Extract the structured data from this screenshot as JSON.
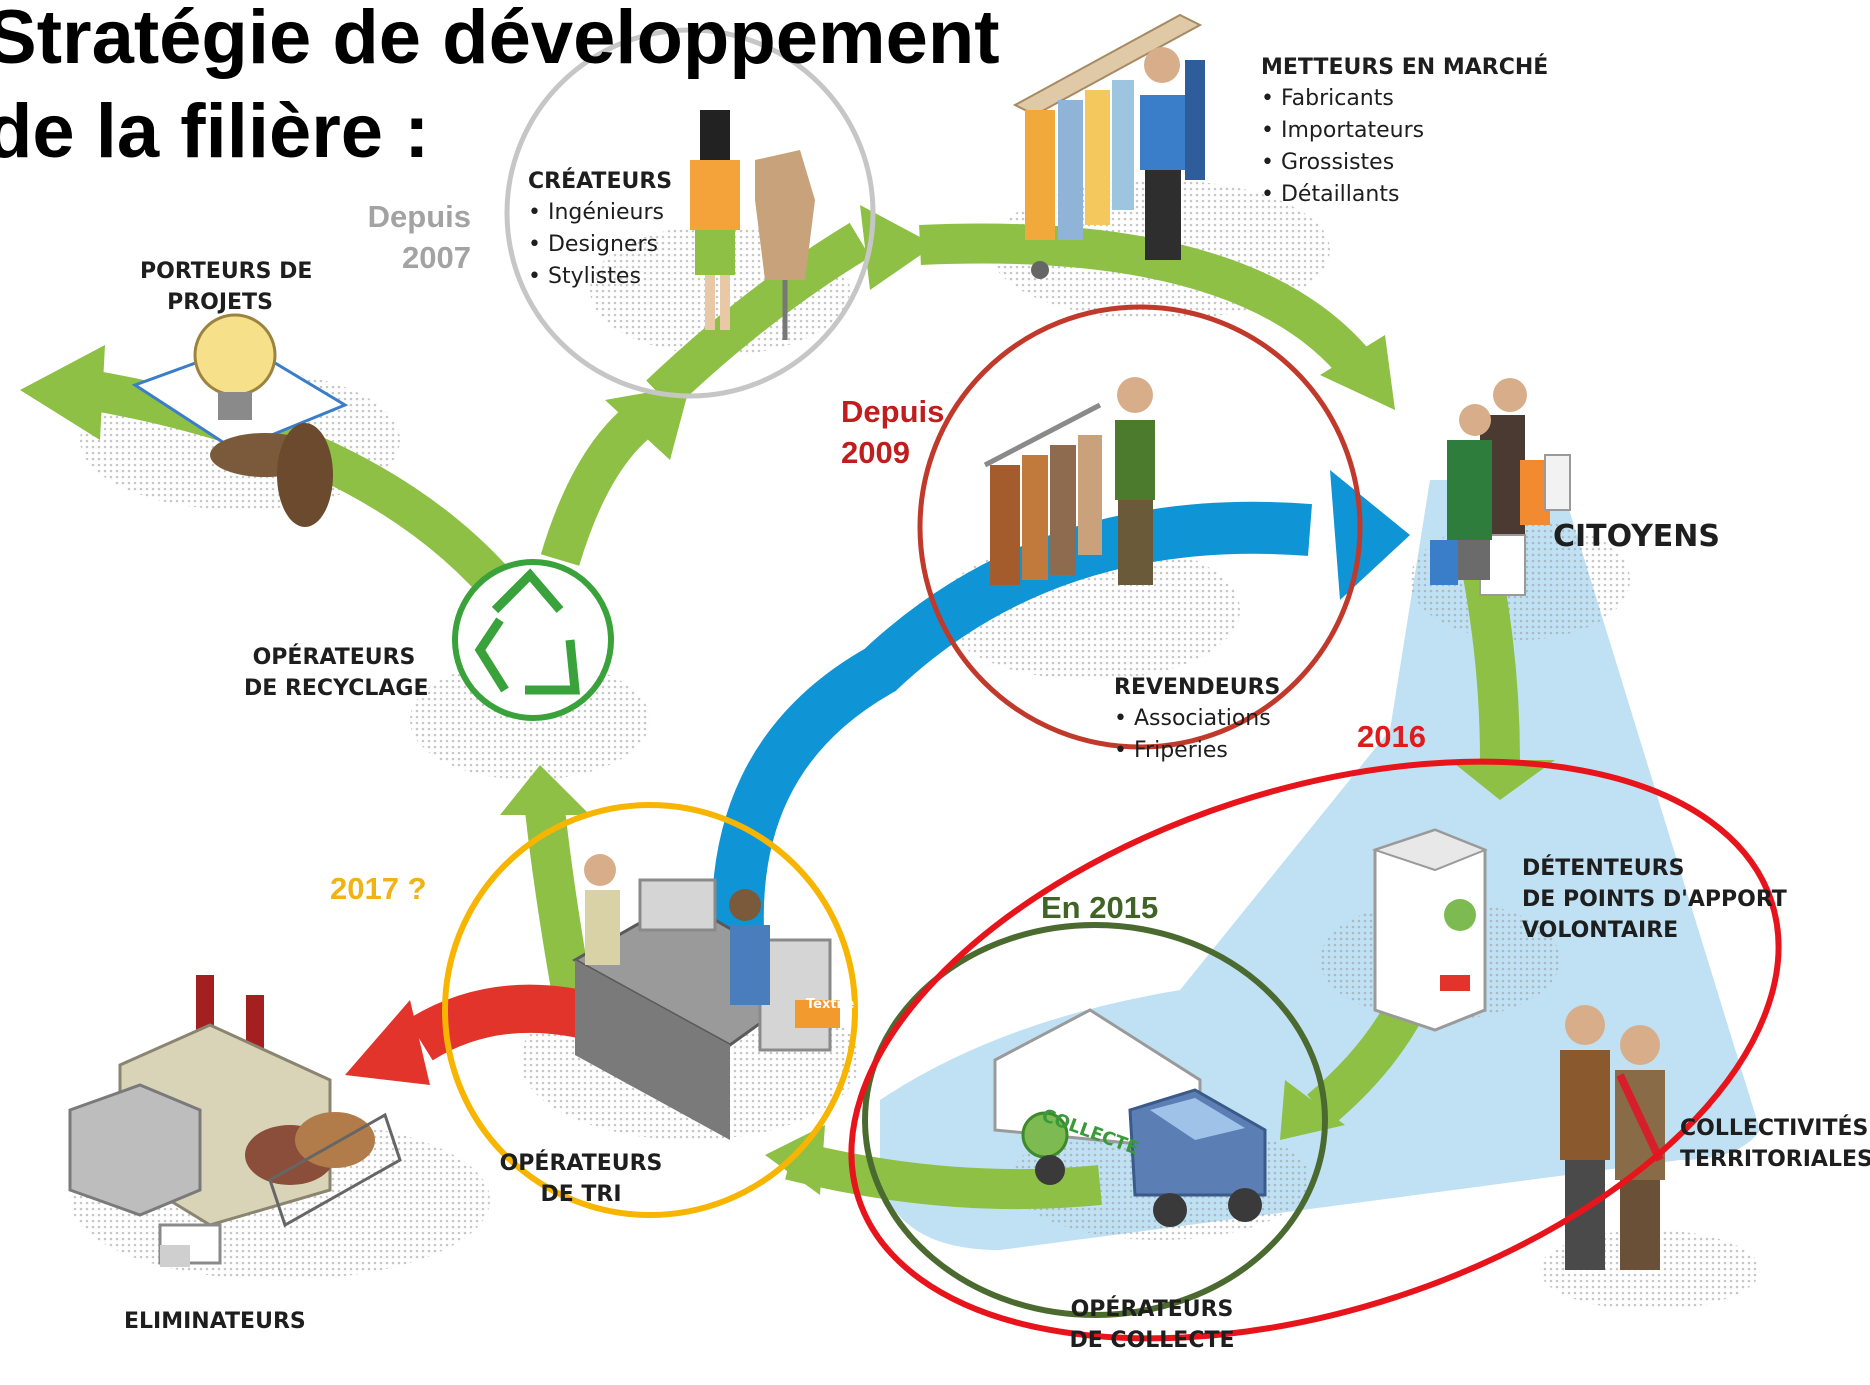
{
  "title": {
    "line1": "Stratégie de développement",
    "line2": "de la filière :"
  },
  "colors": {
    "flow_green": "#8dc044",
    "flow_blue": "#0f94d6",
    "flow_red": "#e2342b",
    "water": "#bfe1f3",
    "circle_gray": "#c6c6c6",
    "circle_red": "#c0392b",
    "circle_orange": "#f7b500",
    "circle_olive": "#4b6a2f",
    "ellipse_red": "#e8141b",
    "year_gray": "#a3a3a3",
    "year_red": "#c01d1d",
    "year_orange": "#f0b315",
    "year_olive": "#3f6426"
  },
  "actors": {
    "porteurs": {
      "line1": "PORTEURS DE",
      "line2": "PROJETS",
      "icon": "lightbulb-icon"
    },
    "createurs": {
      "heading": "CRÉATEURS",
      "items": [
        "Ingénieurs",
        "Designers",
        "Stylistes"
      ],
      "icon": "mannequin-icon"
    },
    "metteurs": {
      "heading": "METTEURS EN MARCHÉ",
      "items": [
        "Fabricants",
        "Importateurs",
        "Grossistes",
        "Détaillants"
      ],
      "icon": "clothing-rack-icon"
    },
    "citoyens": {
      "label": "CITOYENS",
      "icon": "shoppers-icon"
    },
    "revendeurs": {
      "heading": "REVENDEURS",
      "items": [
        "Associations",
        "Friperies"
      ],
      "icon": "second-hand-rack-icon"
    },
    "recyclage": {
      "line1": "OPÉRATEURS",
      "line2": "DE RECYCLAGE",
      "icon": "recycle-icon"
    },
    "detenteurs": {
      "line1": "DÉTENTEURS",
      "line2": "DE POINTS D'APPORT",
      "line3": "VOLONTAIRE",
      "icon": "collection-bin-icon"
    },
    "collectivites": {
      "line1": "COLLECTIVITÉS",
      "line2": "TERRITORIALES",
      "icon": "officials-icon"
    },
    "tri": {
      "line1": "OPÉRATEURS",
      "line2": "DE TRI",
      "icon": "sorting-station-icon",
      "bin_label": "Textile"
    },
    "collecte": {
      "line1": "OPÉRATEURS",
      "line2": "DE COLLECTE",
      "icon": "truck-icon",
      "truck_label": "COLLECTE"
    },
    "eliminateurs": {
      "label": "ELIMINATEURS",
      "icon": "factory-icon"
    }
  },
  "annotations": {
    "depuis_2007": {
      "line1": "Depuis",
      "line2": "2007"
    },
    "depuis_2009": {
      "line1": "Depuis",
      "line2": "2009"
    },
    "y2016": "2016",
    "y2017": "2017 ?",
    "en_2015": "En 2015"
  }
}
